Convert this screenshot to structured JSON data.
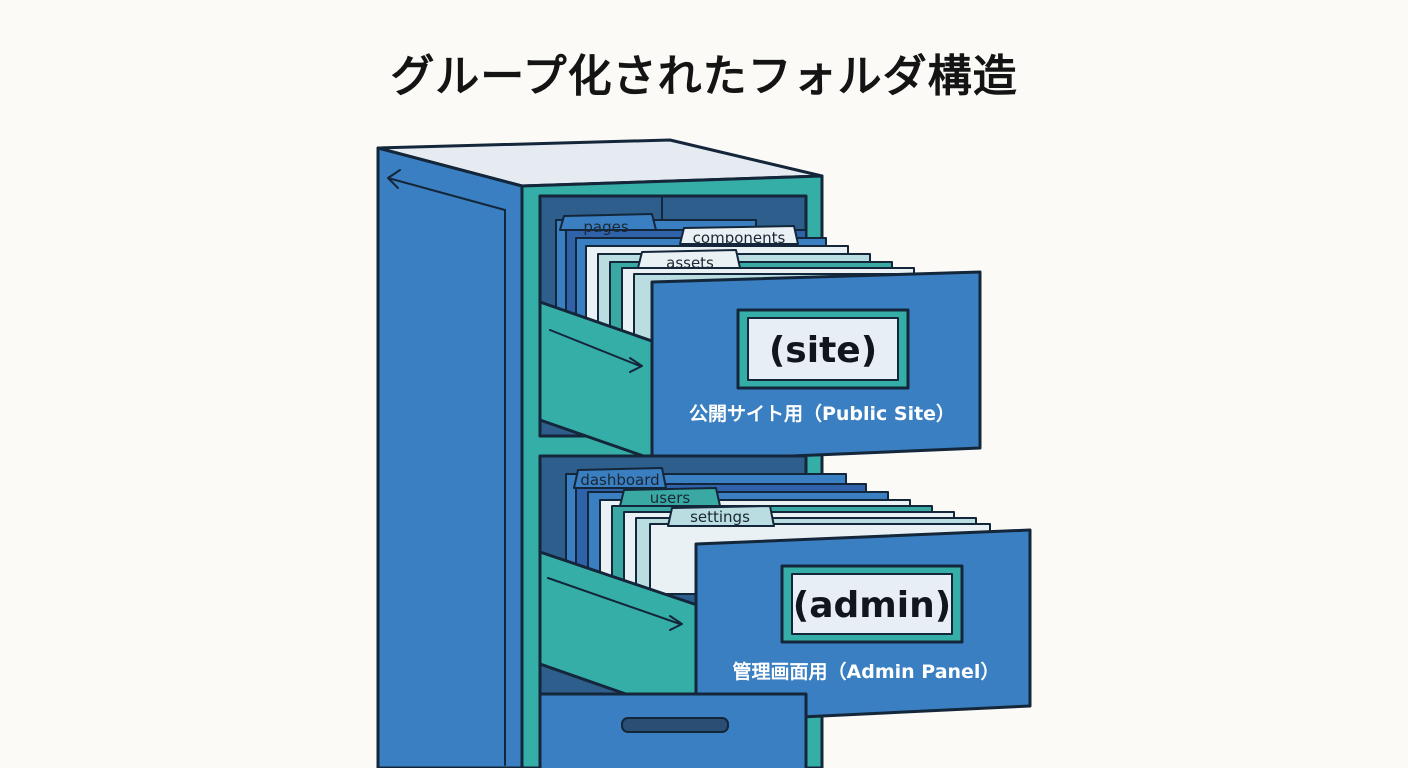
{
  "title": "グループ化されたフォルダ構造",
  "colors": {
    "cabinet_blue": "#3a7fc1",
    "cabinet_teal": "#36aea8",
    "outline": "#14263a",
    "label_plate": "#e8eef5"
  },
  "drawers": [
    {
      "label": "(site)",
      "caption": "公開サイト用（Public Site）",
      "tabs": [
        "pages",
        "components",
        "assets"
      ]
    },
    {
      "label": "(admin)",
      "caption": "管理画面用（Admin Panel）",
      "tabs": [
        "dashboard",
        "users",
        "settings"
      ]
    }
  ]
}
